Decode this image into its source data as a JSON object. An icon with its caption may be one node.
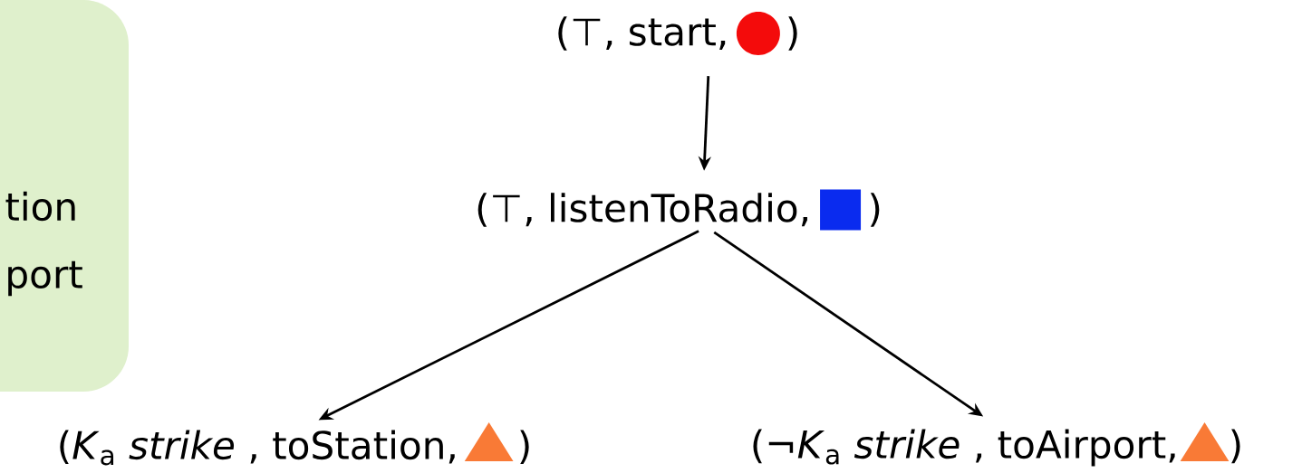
{
  "diagram": {
    "nodes": [
      {
        "text": [
          "tion",
          "port"
        ]
      },
      {
        "text": [
          "(⊤, start,",
          ")"
        ]
      },
      {
        "text": [],
        "shape": "circle",
        "in": 1
      },
      {
        "text": [
          "(⊤, listenToRadio,",
          ")"
        ]
      },
      {
        "text": [],
        "shape": "box",
        "in": 3
      },
      {
        "text": [
          "(*K*$_{a}$ *strike* , toStation,",
          ")"
        ]
      },
      {
        "text": [],
        "shape": "triangle",
        "in": 5
      },
      {
        "text": [
          "(¬*K*$_{a}$ *strike* , toAirport,",
          ")"
        ]
      },
      {
        "text": [],
        "shape": "triangle",
        "in": 7
      }
    ],
    "edges": [
      {
        "from": 1,
        "to": 3,
        "arrow": "to"
      },
      {
        "from": 3,
        "to": 5,
        "arrow": "to"
      },
      {
        "from": 3,
        "to": 7,
        "arrow": "to"
      }
    ]
  }
}
